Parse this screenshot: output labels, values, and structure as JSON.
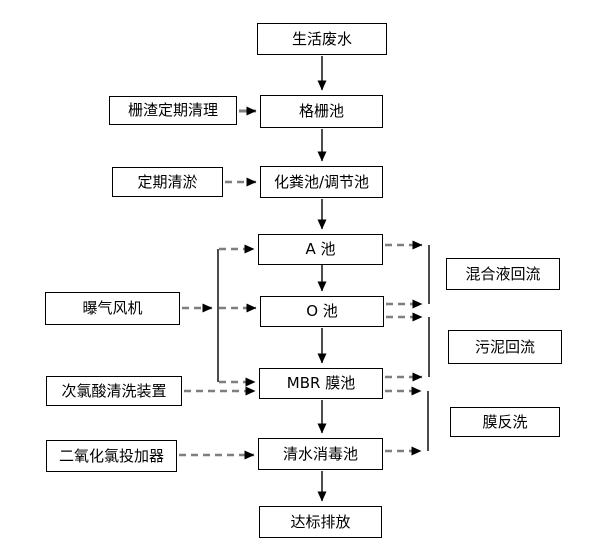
{
  "diagram": {
    "colors": {
      "background": "#ffffff",
      "box_border": "#000000",
      "text": "#000000",
      "main_arrow": "#000000",
      "dashed_arrow": "#7f7f7f",
      "arrowhead": "#000000"
    },
    "main_flow": [
      {
        "label": "生活废水"
      },
      {
        "label": "格栅池"
      },
      {
        "label": "化粪池/调节池"
      },
      {
        "label": "A 池"
      },
      {
        "label": "O 池"
      },
      {
        "label": "MBR 膜池"
      },
      {
        "label": "清水消毒池"
      },
      {
        "label": "达标排放"
      }
    ],
    "side_inputs": [
      {
        "label": "栅渣定期清理",
        "connects_to": "格栅池",
        "arrow": "solid-gray"
      },
      {
        "label": "定期清淤",
        "connects_to": "化粪池/调节池",
        "arrow": "dashed"
      },
      {
        "label": "曝气风机",
        "connects_to": "A 池 / O 池 / MBR 膜池",
        "arrow": "dashed"
      },
      {
        "label": "次氯酸清洗装置",
        "connects_to": "MBR 膜池",
        "arrow": "dashed"
      },
      {
        "label": "二氧化氯投加器",
        "connects_to": "清水消毒池",
        "arrow": "dashed"
      }
    ],
    "recycle_labels": [
      {
        "label": "混合液回流",
        "between": "A 池 — O 池"
      },
      {
        "label": "污泥回流",
        "between": "O 池 — MBR 膜池"
      },
      {
        "label": "膜反洗",
        "between": "MBR 膜池 — 清水消毒池"
      }
    ]
  }
}
